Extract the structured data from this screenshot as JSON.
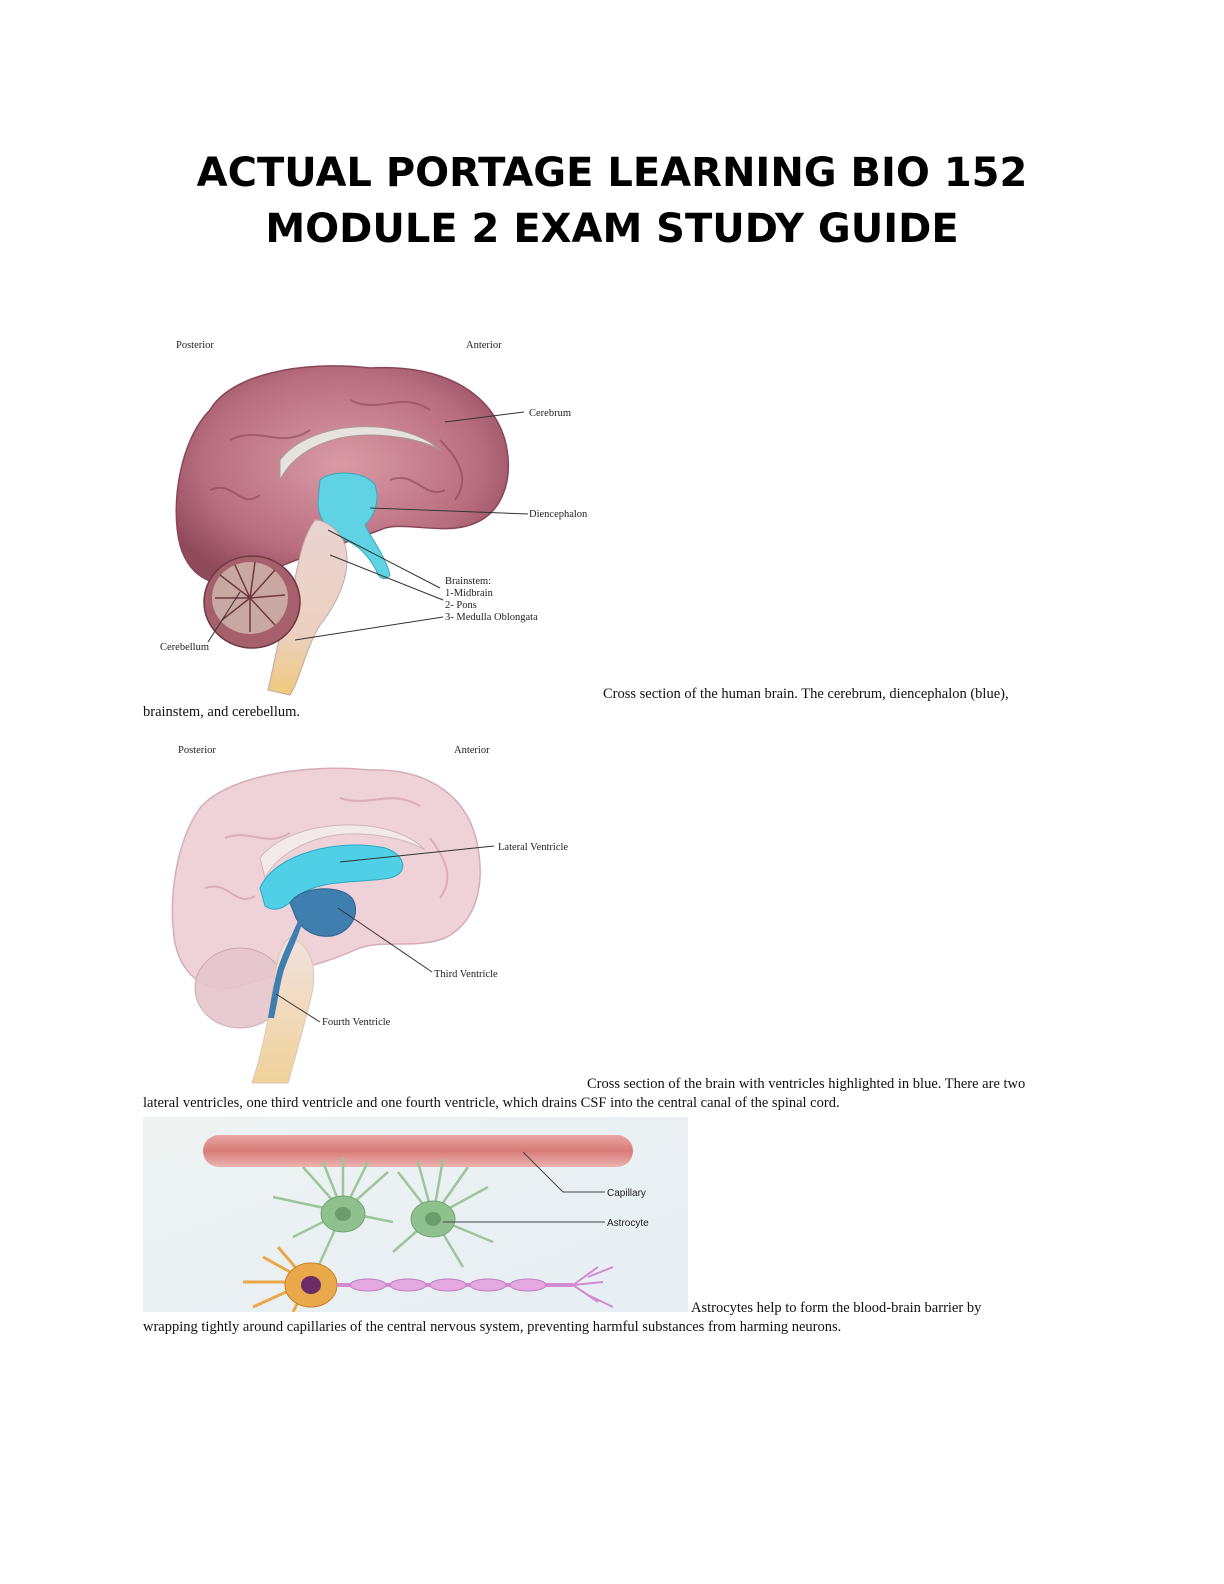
{
  "document": {
    "title_line1": "ACTUAL PORTAGE LEARNING BIO 152",
    "title_line2": "MODULE 2 EXAM STUDY GUIDE"
  },
  "figure1": {
    "posterior": "Posterior",
    "anterior": "Anterior",
    "cerebrum": "Cerebrum",
    "diencephalon": "Diencephalon",
    "brainstem": "Brainstem:",
    "midbrain": "1-Midbrain",
    "pons": "2- Pons",
    "medulla": "3- Medulla Oblongata",
    "cerebellum": "Cerebellum",
    "caption_line1": "Cross section of the human brain. The cerebrum, diencephalon (blue),",
    "caption_line2": "brainstem, and cerebellum."
  },
  "figure2": {
    "posterior": "Posterior",
    "anterior": "Anterior",
    "lateral_ventricle": "Lateral Ventricle",
    "third_ventricle": "Third Ventricle",
    "fourth_ventricle": "Fourth Ventricle",
    "caption_line1": "Cross section of the brain with ventricles highlighted in blue. There are two",
    "caption_line2": "lateral ventricles, one third ventricle and one fourth ventricle, which drains CSF into the central canal of the spinal cord."
  },
  "figure3": {
    "capillary": "Capillary",
    "astrocyte": "Astrocyte",
    "caption_line1": "Astrocytes help to form the blood-brain barrier by",
    "caption_line2": "wrapping tightly around capillaries of the central nervous system, preventing harmful substances from harming neurons."
  },
  "colors": {
    "cerebrum": "#b86d7e",
    "diencephalon": "#5fd3e4",
    "brainstem": "#e8c9c6",
    "spinal_cord": "#efc97a",
    "ventricle_light": "#4fd0e6",
    "ventricle_dark": "#3f7fb0",
    "capillary": "#d87b78",
    "astrocyte": "#9cc69a",
    "neuron": "#e9a94a",
    "axon": "#d28bd0"
  }
}
